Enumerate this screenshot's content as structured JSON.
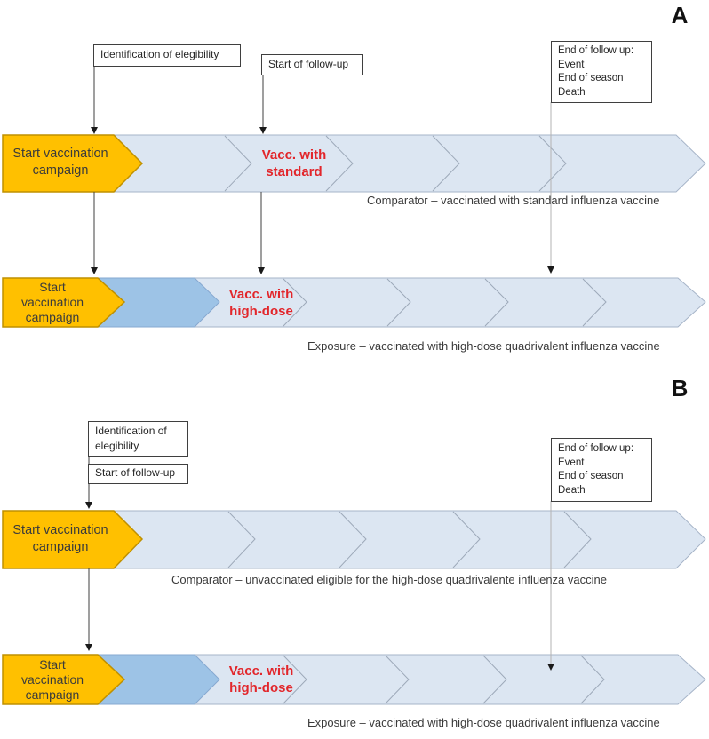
{
  "figure": {
    "panel_a": {
      "label": "A",
      "boxes": {
        "identification": "Identification of elegibility",
        "follow_up": "Start of follow-up",
        "end_follow_up": "End of follow up:\nEvent\nEnd of season\nDeath"
      },
      "comparator_timeline": {
        "start": "Start vaccination\ncampaign",
        "event": "Vacc. with\nstandard",
        "caption": "Comparator – vaccinated with standard influenza vaccine"
      },
      "exposure_timeline": {
        "start": "Start\nvaccination\ncampaign",
        "event": "Vacc. with\nhigh-dose",
        "caption": "Exposure – vaccinated with high-dose quadrivalent influenza vaccine"
      }
    },
    "panel_b": {
      "label": "B",
      "boxes": {
        "identification": "Identification of\nelegibility",
        "follow_up": "Start of follow-up",
        "end_follow_up": "End of follow up:\nEvent\nEnd of season\nDeath"
      },
      "comparator_timeline": {
        "start": "Start vaccination\ncampaign",
        "caption": "Comparator – unvaccinated eligible for the high-dose quadrivalente influenza vaccine"
      },
      "exposure_timeline": {
        "start": "Start\nvaccination\ncampaign",
        "event": "Vacc. with\nhigh-dose",
        "caption": "Exposure – vaccinated with high-dose quadrivalent influenza vaccine"
      }
    },
    "colors": {
      "campaign_orange": "#FFC000",
      "campaign_orange_border": "#BF9000",
      "timeline_light_blue": "#DCE6F2",
      "vaccination_window_blue": "#9DC3E6",
      "timeline_outline": "#A6B4C8",
      "event_red": "#E2262B",
      "connector_black": "#3F3F3F",
      "end_followup_line_gray": "#B3B3B3"
    }
  }
}
